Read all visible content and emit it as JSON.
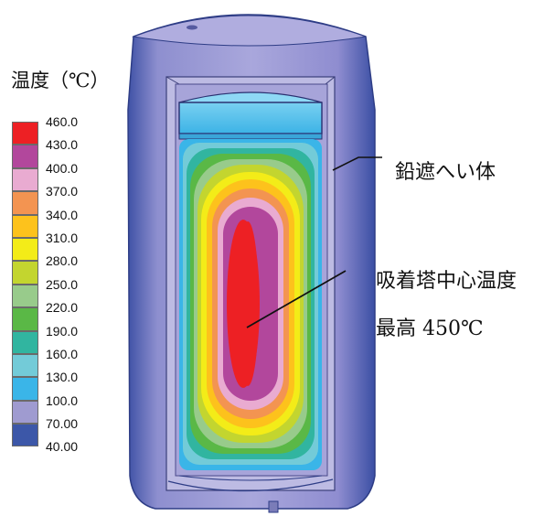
{
  "legend": {
    "title": "温度（℃）",
    "items": [
      {
        "label": "460.0",
        "color": "#ed2024"
      },
      {
        "label": "430.0",
        "color": "#b2479c"
      },
      {
        "label": "400.0",
        "color": "#e9abd1"
      },
      {
        "label": "370.0",
        "color": "#f39451"
      },
      {
        "label": "340.0",
        "color": "#fdc21c"
      },
      {
        "label": "310.0",
        "color": "#f3ec18"
      },
      {
        "label": "280.0",
        "color": "#c3d52f"
      },
      {
        "label": "250.0",
        "color": "#98cb8b"
      },
      {
        "label": "220.0",
        "color": "#5ab846"
      },
      {
        "label": "190.0",
        "color": "#31b5a0"
      },
      {
        "label": "160.0",
        "color": "#73cbd8"
      },
      {
        "label": "130.0",
        "color": "#3ab5e8"
      },
      {
        "label": "100.0",
        "color": "#9f9bd0"
      },
      {
        "label": "70.00",
        "color": "#3c57a8"
      },
      {
        "label": "40.00",
        "color": "#3c57a8"
      }
    ]
  },
  "annotations": {
    "shield": "鉛遮へい体",
    "center_line1": "吸着塔中心温度",
    "center_line2": "最高 450℃"
  }
}
